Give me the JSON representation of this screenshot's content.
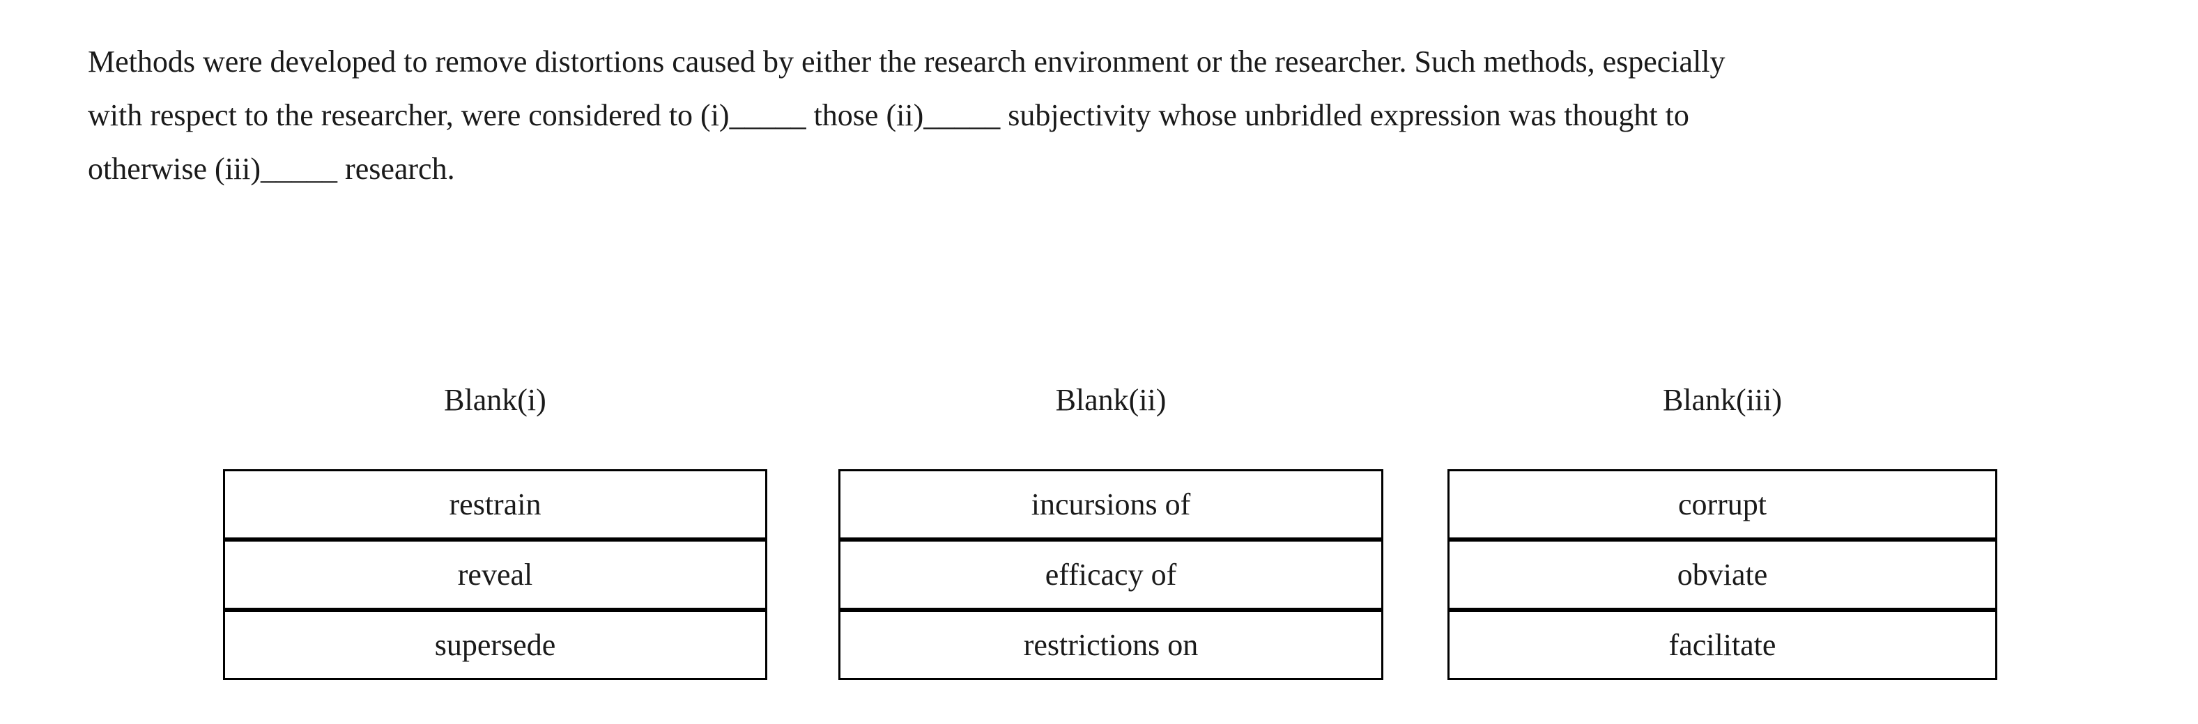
{
  "question": {
    "lines": [
      "Methods were developed to remove distortions caused by either the research environment or the researcher. Such methods, especially",
      "with respect to the researcher, were considered to (i)_____ those (ii)_____ subjectivity whose unbridled expression was thought to",
      "otherwise (iii)_____ research."
    ],
    "full_text": "Methods were developed to remove distortions caused by either the research environment or the researcher. Such methods, especially with respect to the researcher, were considered to (i)_____ those (ii)_____ subjectivity whose unbridled expression was thought to otherwise (iii)_____ research."
  },
  "blanks": [
    {
      "label": "Blank(i)",
      "options": [
        "restrain",
        "reveal",
        "supersede"
      ]
    },
    {
      "label": "Blank(ii)",
      "options": [
        "incursions of",
        "efficacy of",
        "restrictions on"
      ]
    },
    {
      "label": "Blank(iii)",
      "options": [
        "corrupt",
        "obviate",
        "facilitate"
      ]
    }
  ],
  "colors": {
    "background": "#ffffff",
    "text": "#1a1a1a",
    "table_border": "#000000"
  }
}
